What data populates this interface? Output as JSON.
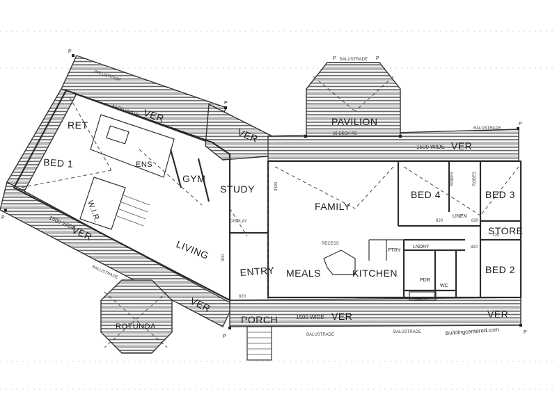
{
  "rooms": {
    "ret": "RET",
    "bed1": "BED 1",
    "ens": "ENS",
    "wir": "W.I.R.",
    "gym": "GYM",
    "study": "STUDY",
    "living": "LIVING",
    "entry": "ENTRY",
    "family": "FAMILY",
    "meals": "MEALS",
    "kitchen": "KITCHEN",
    "bed4": "BED 4",
    "bed3": "BED 3",
    "store": "STORE",
    "bed2": "BED 2",
    "pavilion": "PAVILION",
    "rotunda": "ROTUNDA",
    "porch": "PORCH",
    "ver_nw": "VER",
    "ver_mid": "VER",
    "ver_ne": "VER",
    "ver_sw": "VER",
    "ver_s": "VER",
    "ver_se": "VER",
    "lndry": "LNDRY",
    "wc": "WC",
    "bath": "BATH",
    "pdr": "PDR",
    "ptry": "PTRY",
    "linen": "LINEN",
    "robes": "ROBES"
  },
  "annotations": {
    "ver_width_nw": "1500 WIDE",
    "ver_width_ne": "1500 WIDE",
    "ver_width_sw": "1500 WIDE",
    "ver_width_s": "1500 WIDE",
    "balustrade": "BALUSTRADE",
    "deck_note": "25 DECK RD",
    "display": "DISPLAY",
    "recess": "RECESS",
    "dim_3300": "3300",
    "dim_820": "820",
    "dim_720": "720",
    "dim_900": "900",
    "post": "P",
    "watermark": "Buildingcentered.com"
  },
  "colors": {
    "line": "#2b2b2b",
    "paper": "#ffffff"
  }
}
